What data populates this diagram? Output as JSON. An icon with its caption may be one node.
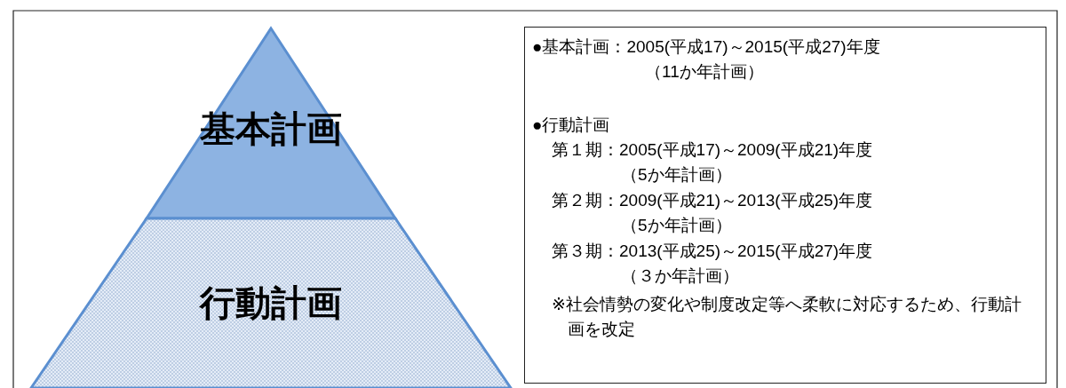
{
  "diagram": {
    "nodes": [
      {
        "text": [
          "基本計画"
        ]
      },
      {
        "text": [
          "行動計画"
        ]
      },
      {
        "text": [
          "●基本計画：2005(平成17)～2015(平成27)年度",
          "（11か年計画）",
          "●行動計画",
          "第１期：2005(平成17)～2009(平成21)年度",
          "（5か年計画）",
          "第２期：2009(平成21)～2013(平成25)年度",
          "（5か年計画）",
          "第３期：2013(平成25)～2015(平成27)年度",
          "（３か年計画）",
          "※社会情勢の変化や制度改定等へ柔軟に対応するため、行動計画を改定"
        ]
      }
    ]
  }
}
